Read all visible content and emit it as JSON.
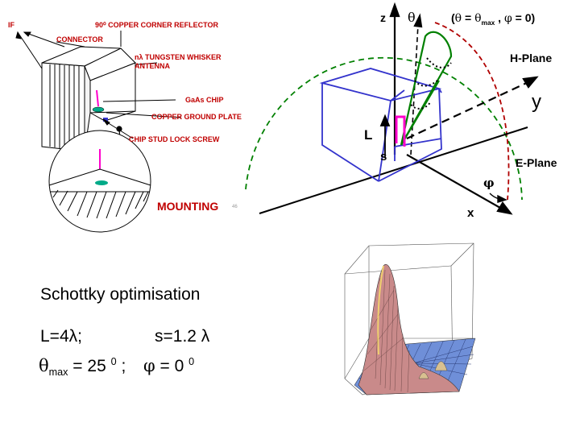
{
  "mixer": {
    "labels": {
      "if": "IF",
      "connector": "CONNECTOR",
      "reflector": "90⁰ COPPER CORNER REFLECTOR",
      "whisker": "nλ TUNGSTEN WHISKER ANTENNA",
      "chip": "GaAs CHIP",
      "ground": "COPPER GROUND PLATE",
      "screw": "CHIP STUD LOCK SCREW",
      "mounting": "MOUNTING",
      "page_num": "46"
    }
  },
  "geometry": {
    "z": "z",
    "theta": "θ",
    "condition": "(θ = θmax , φ = 0)",
    "hplane": "H-Plane",
    "eplane": "E-Plane",
    "y": "y",
    "x": "x",
    "L": "L",
    "s": "s",
    "phi": "φ"
  },
  "text": {
    "title": "Schottky optimisation",
    "line2_left": "L=4λ;",
    "line2_right": "s=1.2 λ",
    "theta_sym": "θ",
    "max_sub": "max",
    "eq25": " = 25 ",
    "zero_sup": "0",
    "semicolon": " ;",
    "phi_sym": "φ",
    "eq0": " = 0 ",
    "zero_sup2": "0"
  },
  "colors": {
    "red_label": "#c00000",
    "cube": "#3333cc",
    "green": "#008000",
    "red_dash": "#b00000",
    "magenta": "#ff00cc",
    "teal": "#00aa88"
  }
}
